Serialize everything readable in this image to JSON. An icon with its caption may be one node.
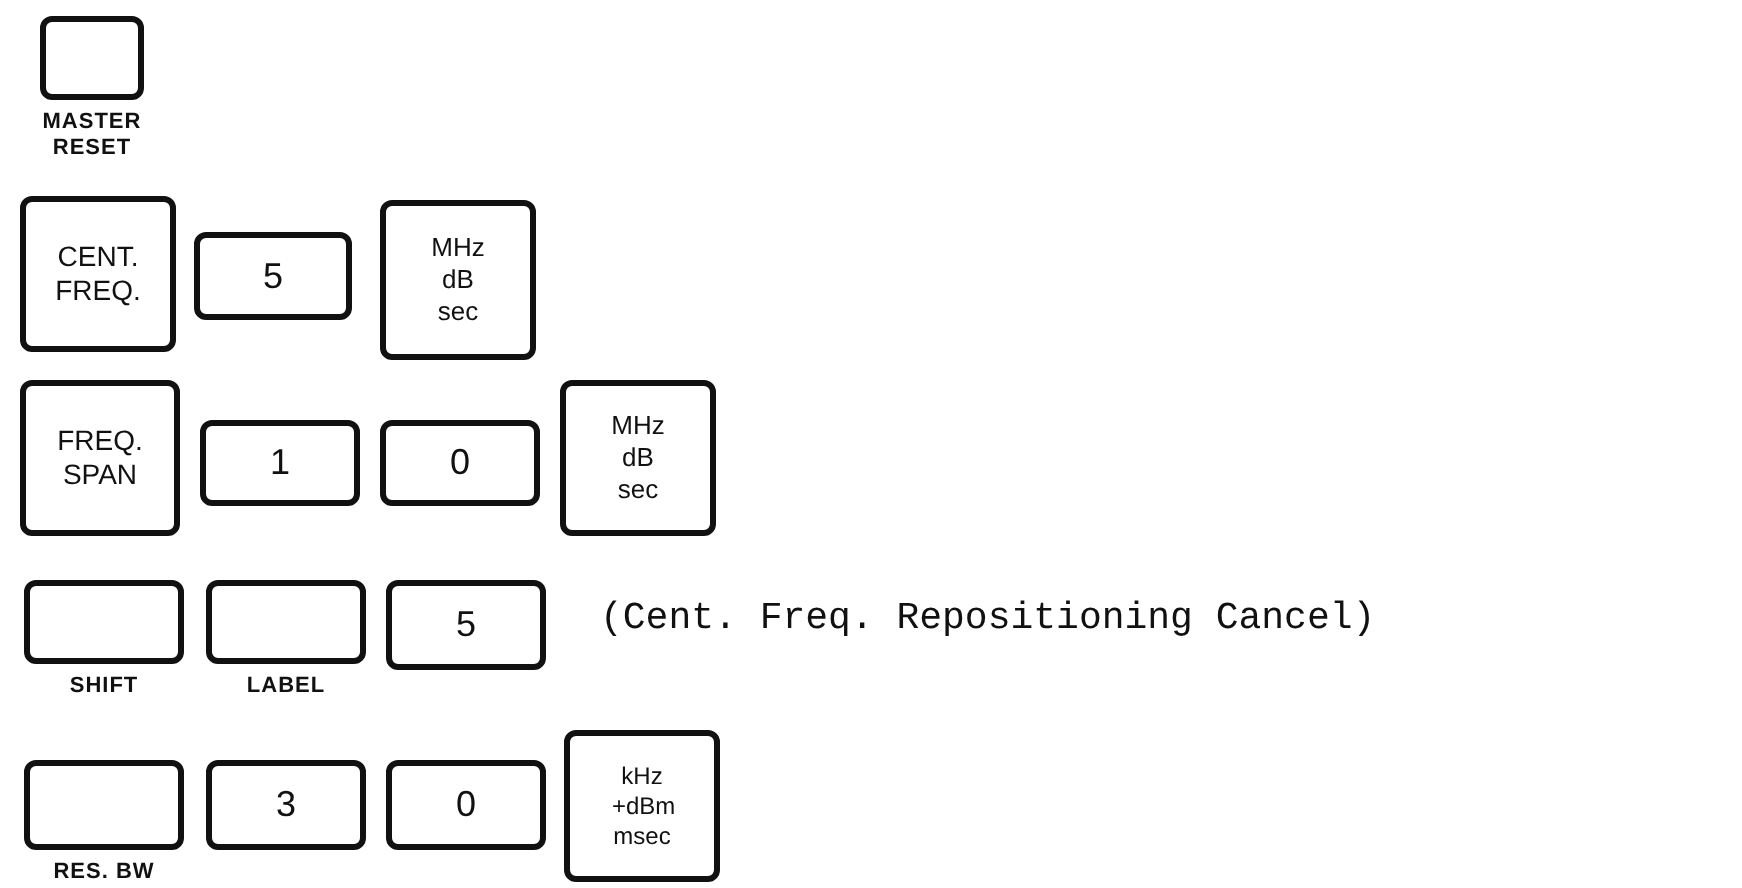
{
  "diagram": {
    "nodes": [
      {
        "text": [
          "MASTER RESET"
        ]
      },
      {
        "text": [
          "CENT. FREQ."
        ]
      },
      {
        "text": [
          "5"
        ]
      },
      {
        "text": [
          "MHz dB sec"
        ]
      },
      {
        "text": [
          "FREQ. SPAN"
        ]
      },
      {
        "text": [
          "1"
        ]
      },
      {
        "text": [
          "0"
        ]
      },
      {
        "text": [
          "MHz dB sec"
        ]
      },
      {
        "text": [
          "SHIFT"
        ]
      },
      {
        "text": [
          "LABEL"
        ]
      },
      {
        "text": [
          "5"
        ]
      },
      {
        "text": [
          "RES. BW"
        ]
      },
      {
        "text": [
          "3"
        ]
      },
      {
        "text": [
          "0"
        ]
      },
      {
        "text": [
          "kHz +dBm msec"
        ]
      }
    ],
    "edges": [],
    "labels": [
      "(Cent. Freq. Repositioning Cancel)"
    ]
  }
}
